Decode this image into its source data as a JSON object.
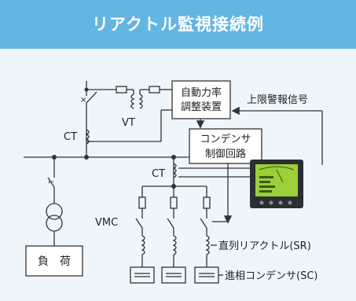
{
  "title": "リアクトル監視接続例",
  "labels": {
    "auto_pf_line1": "自動力率",
    "auto_pf_line2": "調整装置",
    "upper_limit_alarm": "上限警報信号",
    "vt": "VT",
    "ct_main": "CT",
    "ct_branch": "CT",
    "cap_ctrl_line1": "コンデンサ",
    "cap_ctrl_line2": "制御回路",
    "vmc": "VMC",
    "series_reactor": "直列リアクトル(SR)",
    "phase_capacitor": "進相コンデンサ(SC)",
    "load": "負　荷"
  },
  "colors": {
    "banner": "#63b5e3",
    "background": "#eef6fc",
    "line": "#333333",
    "meter_screen": "#9ccf3a"
  }
}
